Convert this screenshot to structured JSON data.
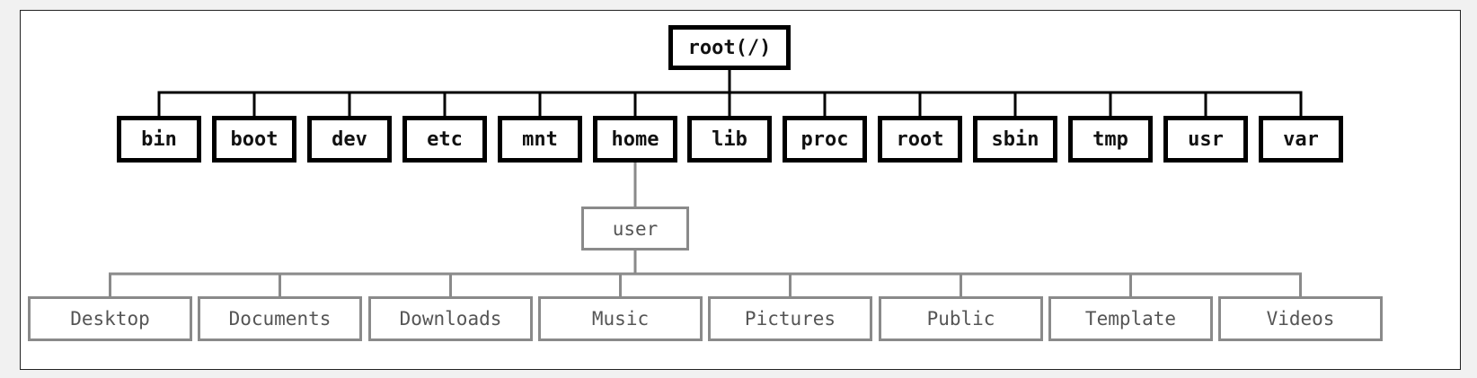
{
  "diagram": {
    "root": {
      "label": "root(/)"
    },
    "top_level_dirs": [
      "bin",
      "boot",
      "dev",
      "etc",
      "mnt",
      "home",
      "lib",
      "proc",
      "root",
      "sbin",
      "tmp",
      "usr",
      "var"
    ],
    "expanded_dir": "home",
    "user_dir": {
      "label": "user"
    },
    "user_subdirs": [
      "Desktop",
      "Documents",
      "Downloads",
      "Music",
      "Pictures",
      "Public",
      "Template",
      "Videos"
    ],
    "colors": {
      "primary_stroke": "#000000",
      "secondary_stroke": "#8a8a8a",
      "secondary_text": "#555555",
      "frame_border": "#222222",
      "page_background": "#f1f1f1"
    }
  }
}
